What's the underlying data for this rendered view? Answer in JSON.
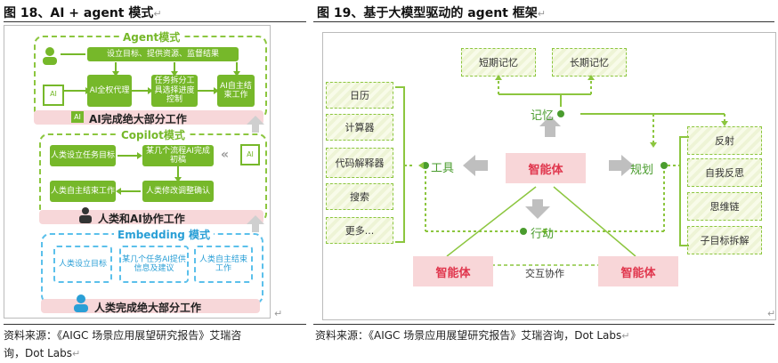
{
  "figures": {
    "left": {
      "title": "图 18、AI + agent 模式",
      "agent_mode": {
        "title": "Agent模式",
        "top_box": "设立目标、提供资源、监督结果",
        "box_full_agent": "AI全权代理",
        "box_task": "任务拆分工具选择进度控制",
        "box_end": "AI自主结束工作",
        "ai_badge": "AI",
        "band": "AI完成绝大部分工作"
      },
      "copilot_mode": {
        "title": "Copilot模式",
        "box1": "人类设立任务目标",
        "box2": "某几个流程AI完成初稿",
        "box3": "人类自主结束工作",
        "box4": "人类修改调整确认",
        "ai_badge": "AI",
        "band": "人类和AI协作工作"
      },
      "embedding_mode": {
        "title": "Embedding 模式",
        "box1": "人类设立目标",
        "box2": "某几个任务AI提供信息及建议",
        "box3": "人类自主结束工作",
        "band": "人类完成绝大部分工作"
      },
      "source": [
        "资料来源：《AIGC 场景应用展望研究报告》艾瑞咨",
        "询，Dot Labs"
      ]
    },
    "right": {
      "title": "图 19、基于大模型驱动的 agent 框架",
      "short_memory": "短期记忆",
      "long_memory": "长期记忆",
      "memory": "记忆",
      "tools": "工具",
      "planning": "规划",
      "action": "行动",
      "agent_center": "智能体",
      "agent_left": "智能体",
      "agent_right": "智能体",
      "interaction": "交互协作",
      "tool_items": [
        "日历",
        "计算器",
        "代码解释器",
        "搜索",
        "更多..."
      ],
      "plan_items": [
        "反射",
        "自我反思",
        "思维链",
        "子目标拆解"
      ],
      "source": "资料来源：《AIGC 场景应用展望研究报告》艾瑞咨询，Dot Labs"
    },
    "paragraph_mark": "↵"
  }
}
